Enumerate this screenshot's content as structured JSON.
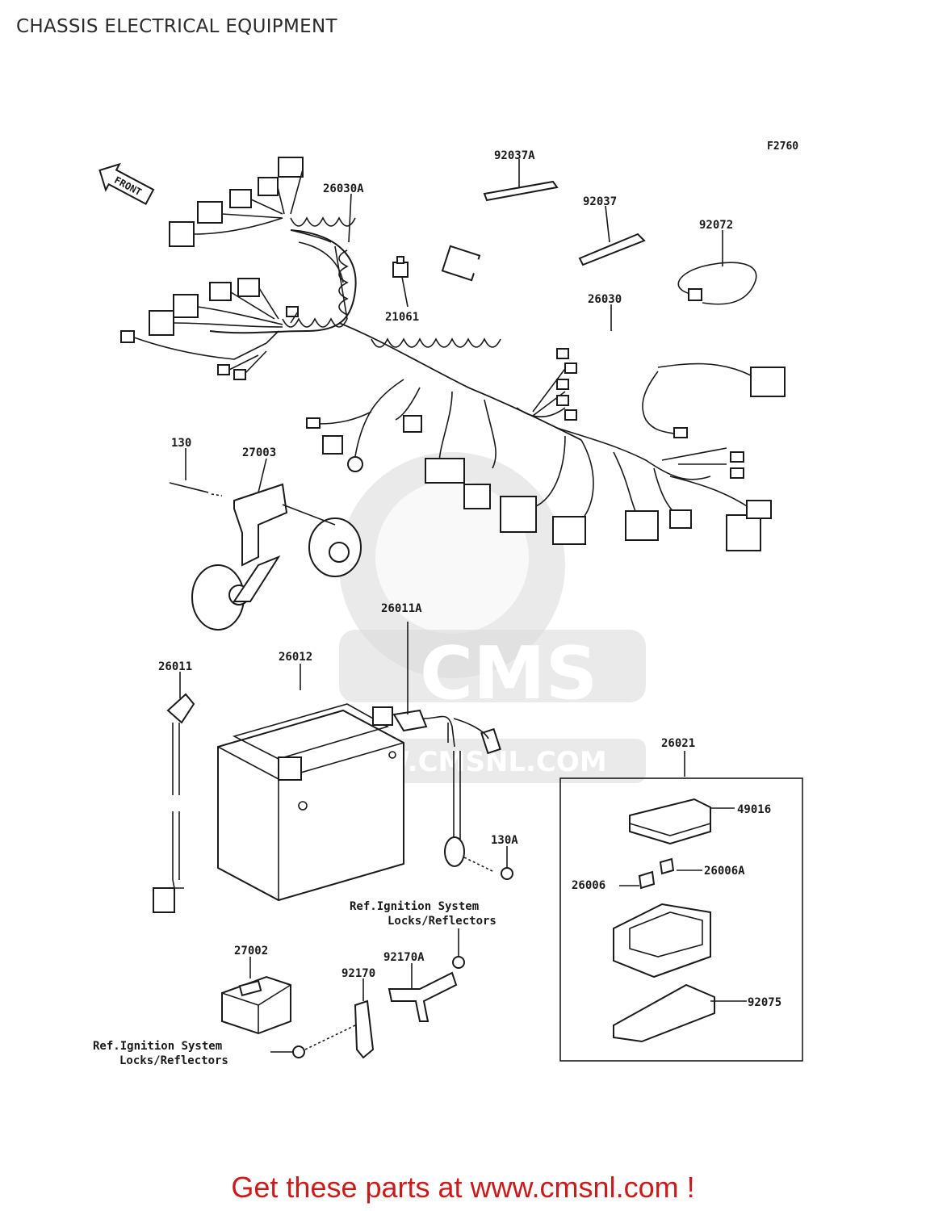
{
  "page_title": "CHASSIS ELECTRICAL EQUIPMENT",
  "figure_code": "F2760",
  "front_label": "FRONT",
  "watermark": {
    "logo_text": "CMS",
    "url_text": "WWW.CMSNL.COM"
  },
  "parts": {
    "p92037A": "92037A",
    "p92037": "92037",
    "p92072": "92072",
    "p26030A": "26030A",
    "p26030": "26030",
    "p21061": "21061",
    "p130": "130",
    "p27003": "27003",
    "p26011A": "26011A",
    "p26011": "26011",
    "p26012": "26012",
    "p26021": "26021",
    "p49016": "49016",
    "p130A": "130A",
    "p26006": "26006",
    "p26006A": "26006A",
    "p27002": "27002",
    "p92170A": "92170A",
    "p92170": "92170",
    "p92075": "92075"
  },
  "references": {
    "ref1_line1": "Ref.Ignition System",
    "ref1_line2": "Locks/Reflectors",
    "ref2_line1": "Ref.Ignition System",
    "ref2_line2": "Locks/Reflectors"
  },
  "footer_text": "Get these parts at www.cmsnl.com !"
}
